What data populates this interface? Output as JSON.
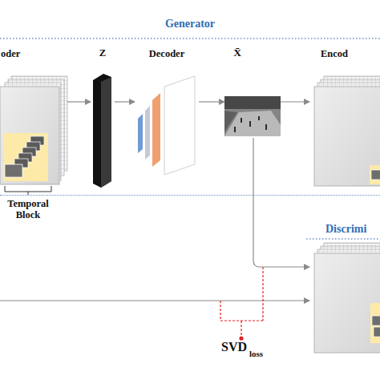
{
  "diagram": {
    "nodes": [
      {
        "text": [
          "Generator"
        ]
      },
      {
        "text": [
          "oder"
        ],
        "in": 0
      },
      {
        "text": [
          "Z"
        ],
        "in": 0
      },
      {
        "text": [
          "Decoder"
        ],
        "in": 0
      },
      {
        "text": [
          "X̄"
        ],
        "in": 0
      },
      {
        "text": [
          "Encod"
        ],
        "in": 0
      },
      {
        "text": [
          "Discrimi"
        ]
      }
    ],
    "edges": [
      {
        "from": 1,
        "to": 2,
        "arrow": "to"
      },
      {
        "from": 2,
        "to": 3,
        "arrow": "to"
      },
      {
        "from": 3,
        "to": 4,
        "arrow": "to"
      },
      {
        "from": 4,
        "to": 5,
        "arrow": "to"
      },
      {
        "from": 4,
        "to": 6,
        "arrow": "to"
      }
    ],
    "labels": [
      "Temporal Block",
      "SVD",
      "loss"
    ]
  }
}
